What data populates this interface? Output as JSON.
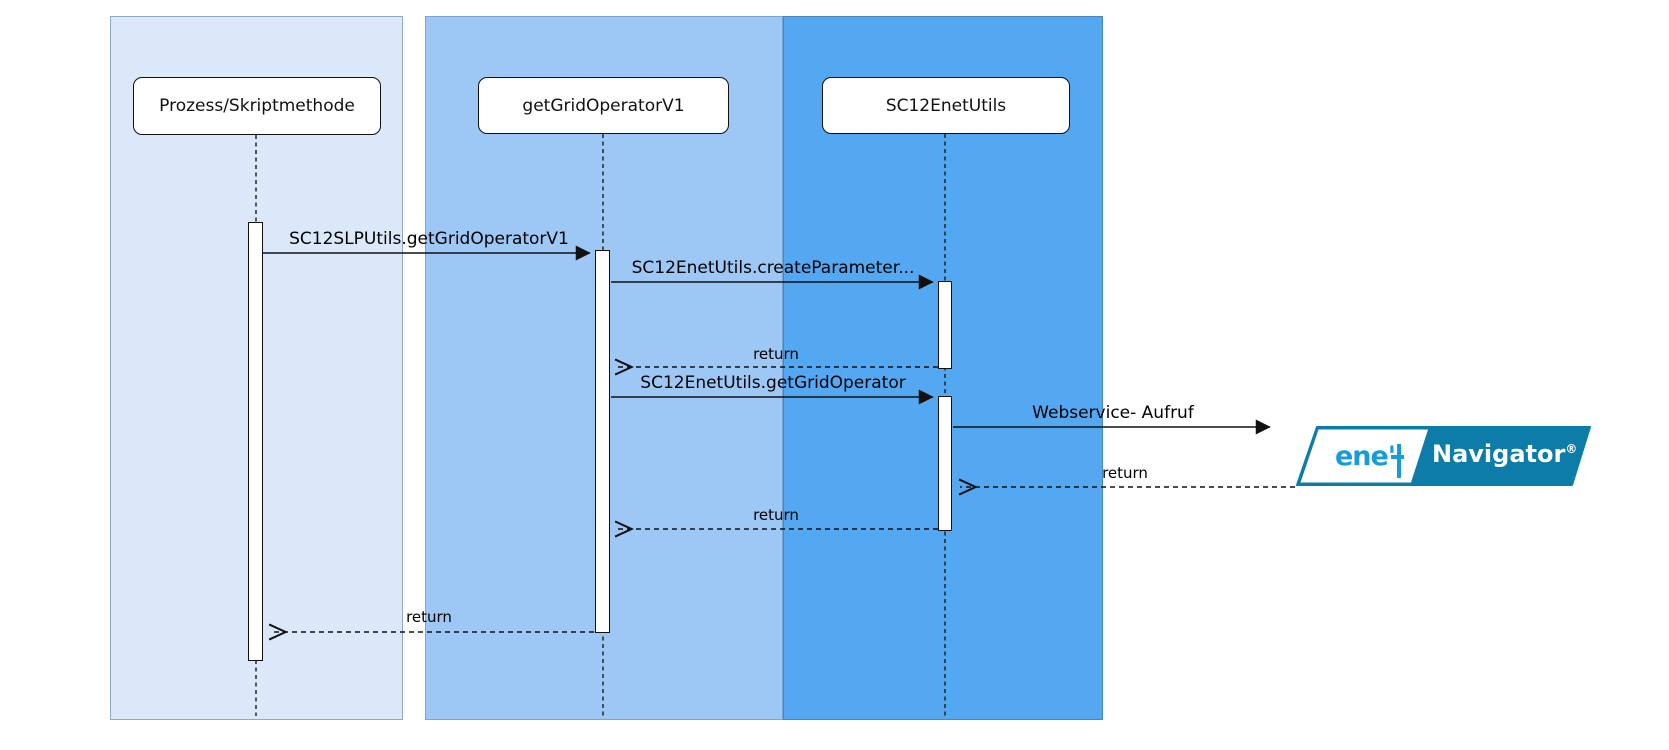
{
  "diagram": {
    "type": "sequence",
    "lifelines": [
      {
        "label": "Prozess/Skriptmethode"
      },
      {
        "label": "getGridOperatorV1"
      },
      {
        "label": "SC12EnetUtils"
      }
    ],
    "messages": [
      {
        "label": "SC12SLPUtils.getGridOperatorV1",
        "kind": "call",
        "from": "Prozess/Skriptmethode",
        "to": "getGridOperatorV1"
      },
      {
        "label": "SC12EnetUtils.createParameter...",
        "kind": "call",
        "from": "getGridOperatorV1",
        "to": "SC12EnetUtils"
      },
      {
        "label": "return",
        "kind": "return",
        "from": "SC12EnetUtils",
        "to": "getGridOperatorV1"
      },
      {
        "label": "SC12EnetUtils.getGridOperator",
        "kind": "call",
        "from": "getGridOperatorV1",
        "to": "SC12EnetUtils"
      },
      {
        "label": "Webservice- Aufruf",
        "kind": "call",
        "from": "SC12EnetUtils",
        "to": "enet Navigator"
      },
      {
        "label": "return",
        "kind": "return",
        "from": "enet Navigator",
        "to": "SC12EnetUtils"
      },
      {
        "label": "return",
        "kind": "return",
        "from": "SC12EnetUtils",
        "to": "getGridOperatorV1"
      },
      {
        "label": "return",
        "kind": "return",
        "from": "getGridOperatorV1",
        "to": "Prozess/Skriptmethode"
      }
    ],
    "external_system": {
      "brand": "ene'",
      "product": "Navigator",
      "registered": "®"
    },
    "colors": {
      "band_light": "#dbe8fa",
      "band_medium": "#9dc7f4",
      "band_dark": "#54a7f1",
      "logo_teal": "#0d7ca8",
      "enet_blue": "#189cd8"
    }
  }
}
